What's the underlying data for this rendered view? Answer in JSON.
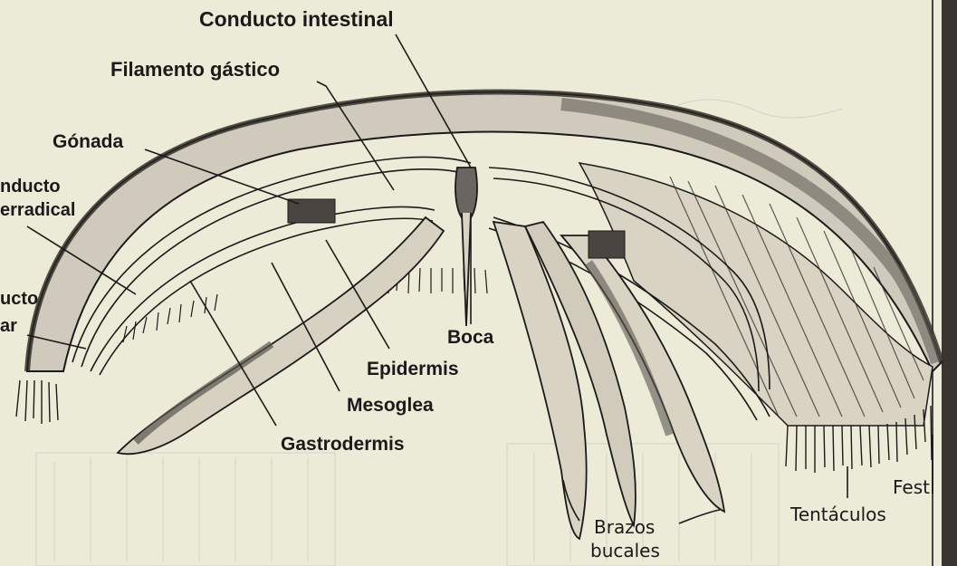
{
  "labels": {
    "conducto_intestinal": "Conducto intestinal",
    "filamento_gastico": "Filamento gástico",
    "gonada": "Gónada",
    "conducto_interradical_1": "nducto",
    "conducto_interradical_2": "erradical",
    "conducto_circular_1": "ucto",
    "conducto_circular_2": "ar",
    "boca": "Boca",
    "epidermis": "Epidermis",
    "mesoglea": "Mesoglea",
    "gastrodermis": "Gastrodermis",
    "brazos_bucales_1": "Brazos",
    "brazos_bucales_2": "bucales",
    "tentaculos": "Tentáculos",
    "festones": "Fest"
  },
  "colors": {
    "background": "#ecebd8",
    "ink": "#1a1a1a",
    "shading": "#5a5650"
  }
}
